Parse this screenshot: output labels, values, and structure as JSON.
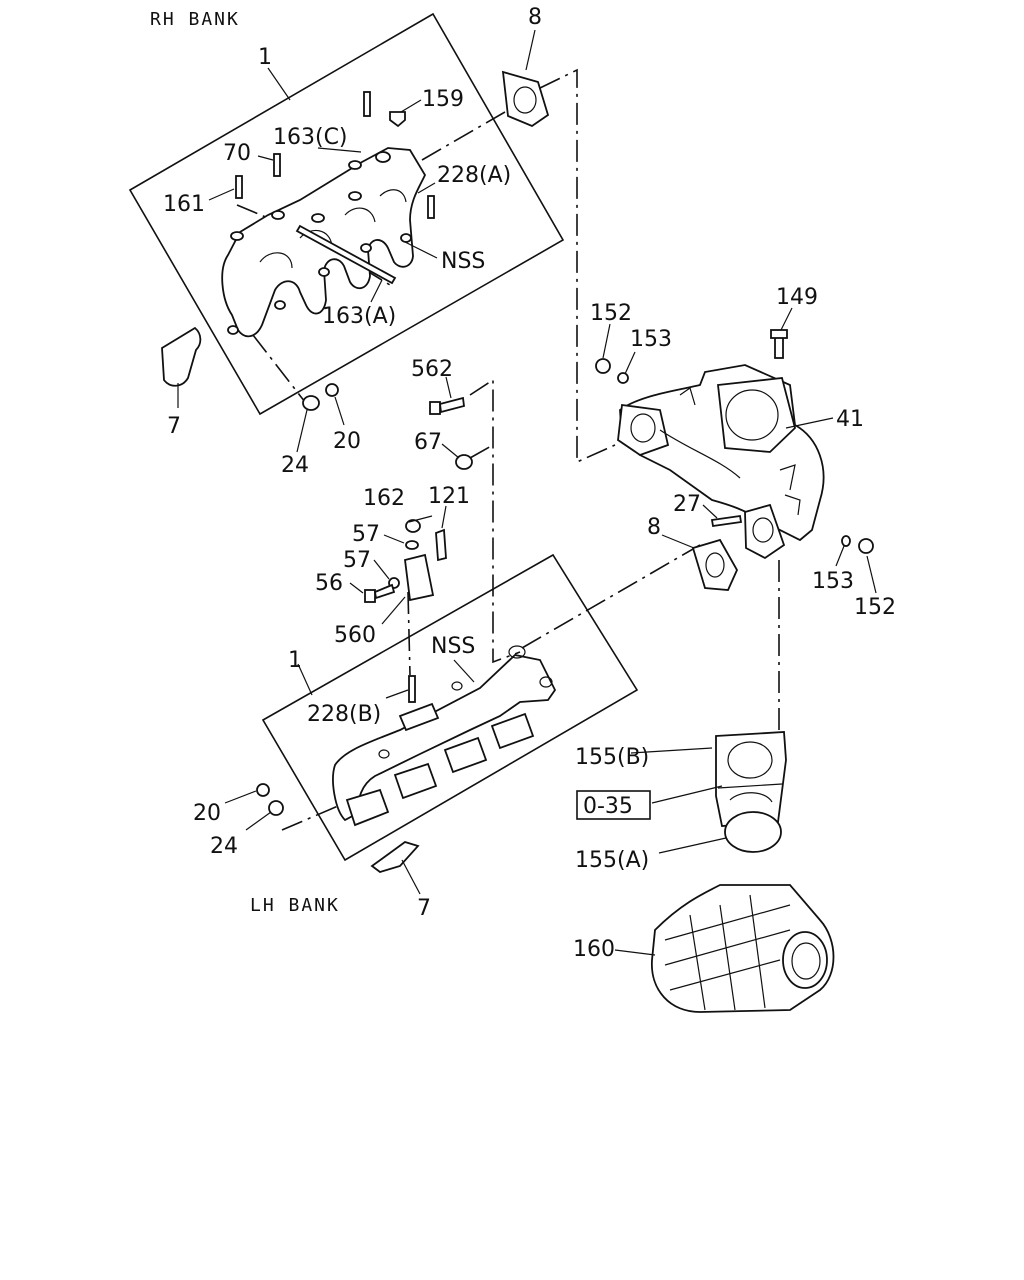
{
  "banks": {
    "rh": "RH BANK",
    "lh": "LH BANK"
  },
  "callouts": {
    "p1_top": "1",
    "p8_top": "8",
    "p159": "159",
    "p163c": "163(C)",
    "p70": "70",
    "p228a": "228(A)",
    "p161": "161",
    "nss_top": "NSS",
    "p163a": "163(A)",
    "p7_top": "7",
    "p24_top": "24",
    "p20_top": "20",
    "p562": "562",
    "p67": "67",
    "p152_top": "152",
    "p153_top": "153",
    "p149": "149",
    "p41": "41",
    "p162": "162",
    "p121": "121",
    "p57_a": "57",
    "p57_b": "57",
    "p56": "56",
    "p560": "560",
    "p27": "27",
    "p8_mid": "8",
    "p153_bot": "153",
    "p152_bot": "152",
    "p1_bot": "1",
    "nss_bot": "NSS",
    "p228b": "228(B)",
    "p20_bot": "20",
    "p24_bot": "24",
    "p7_bot": "7",
    "p155b": "155(B)",
    "ref_035": "0-35",
    "p155a": "155(A)",
    "p160": "160"
  }
}
